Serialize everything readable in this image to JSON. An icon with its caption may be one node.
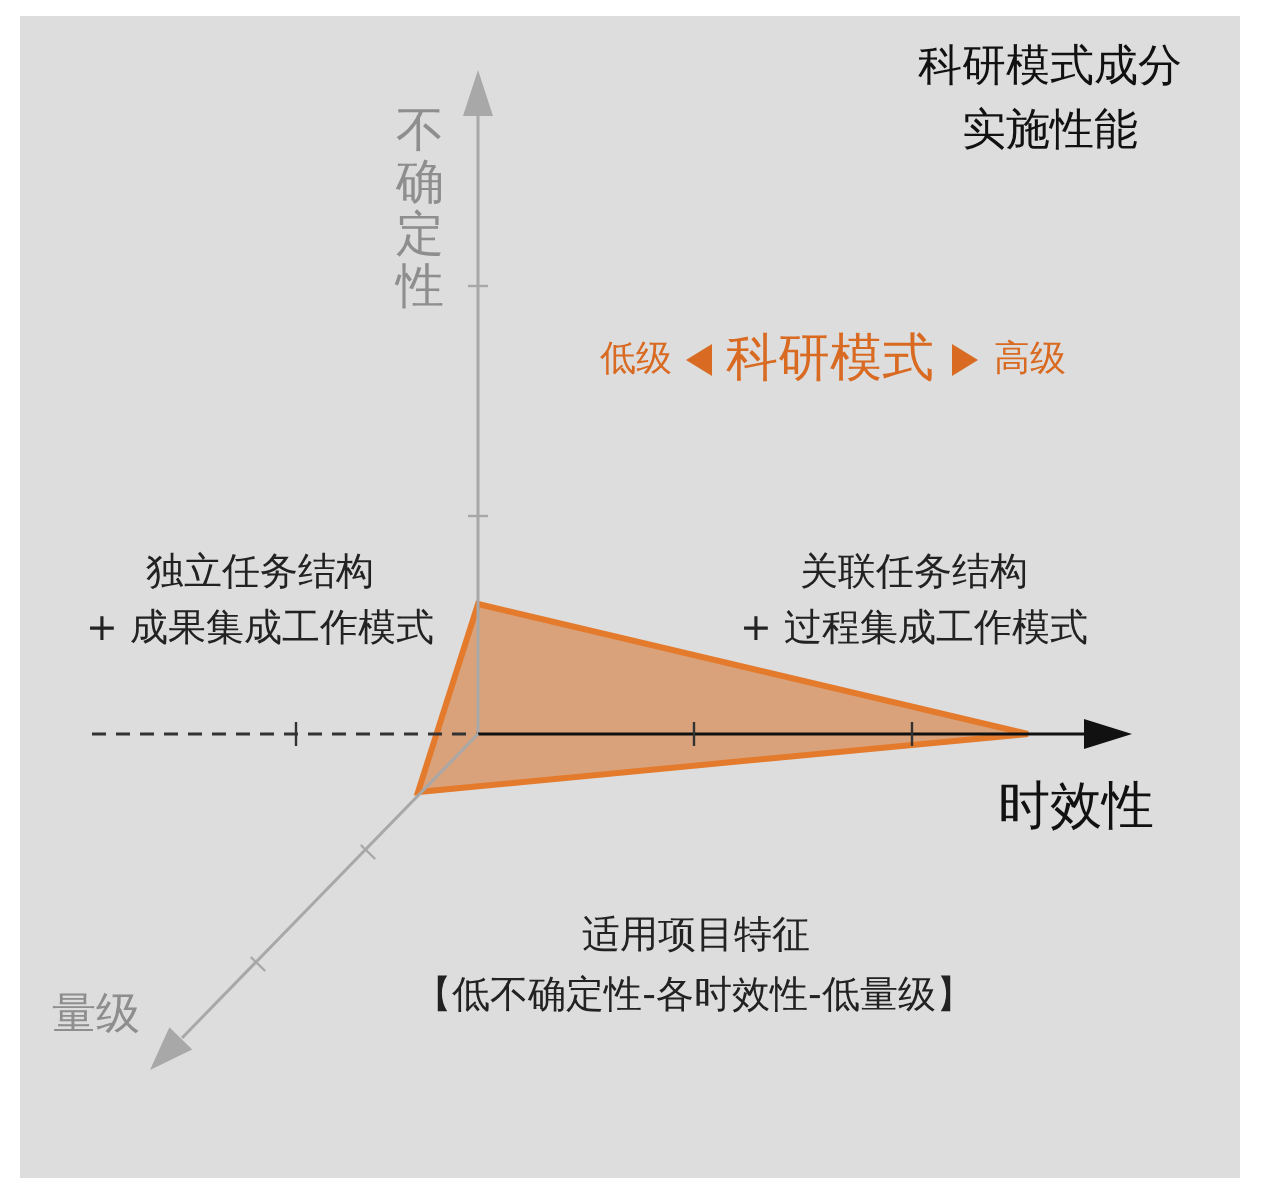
{
  "diagram": {
    "title": "科研模式成分实施性能",
    "labels": [
      "不确定性",
      "低级",
      "科研模式",
      "高级",
      "独立任务结构 + 成果集成工作模式",
      "关联任务结构 + 过程集成工作模式",
      "时效性",
      "适用项目特征",
      "【低不确定性-各时效性-低量级】",
      "量级"
    ]
  }
}
